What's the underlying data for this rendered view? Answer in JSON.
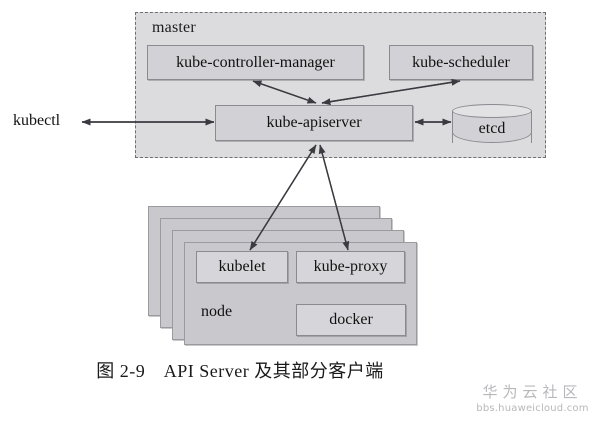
{
  "figure": {
    "caption": "图 2-9　API Server 及其部分客户端",
    "master": {
      "label": "master",
      "components": [
        {
          "id": "kube-controller-manager",
          "label": "kube-controller-manager"
        },
        {
          "id": "kube-scheduler",
          "label": "kube-scheduler"
        },
        {
          "id": "kube-apiserver",
          "label": "kube-apiserver"
        },
        {
          "id": "etcd",
          "label": "etcd",
          "shape": "cylinder"
        }
      ]
    },
    "external_clients": [
      {
        "id": "kubectl",
        "label": "kubectl"
      }
    ],
    "node": {
      "label": "node",
      "stack_count": 4,
      "components": [
        {
          "id": "kubelet",
          "label": "kubelet"
        },
        {
          "id": "kube-proxy",
          "label": "kube-proxy"
        },
        {
          "id": "docker",
          "label": "docker"
        }
      ]
    },
    "connections": [
      {
        "from": "kubectl",
        "to": "kube-apiserver",
        "direction": "bidirectional"
      },
      {
        "from": "kube-apiserver",
        "to": "etcd",
        "direction": "bidirectional"
      },
      {
        "from": "kube-apiserver",
        "to": "kube-controller-manager",
        "direction": "bidirectional"
      },
      {
        "from": "kube-apiserver",
        "to": "kube-scheduler",
        "direction": "bidirectional"
      },
      {
        "from": "kubelet",
        "to": "kube-apiserver",
        "direction": "bidirectional"
      },
      {
        "from": "kube-proxy",
        "to": "kube-apiserver",
        "direction": "bidirectional"
      }
    ]
  },
  "watermark": {
    "brand": "华为云社区",
    "url": "bbs.huaweicloud.com"
  },
  "colors": {
    "master_fill": "#dcdcde",
    "master_border": "#6e6e74",
    "box_fill": "#d2d2d6",
    "box_border": "#8a8a90",
    "node_fill": "#c9c9cd",
    "node_border": "#9a9a9f",
    "arrow": "#3a3a40",
    "text": "#111111",
    "watermark": "#b8b8bc"
  }
}
